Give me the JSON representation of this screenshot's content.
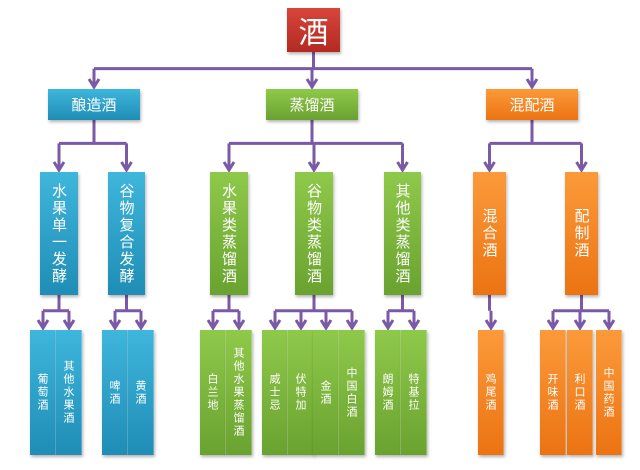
{
  "colors": {
    "root": "#c0352c",
    "blue": "#2ea3cc",
    "green": "#7cb53c",
    "orange": "#f38424",
    "connector": "#7a5aa6"
  },
  "root": {
    "label": "酒"
  },
  "categories": [
    {
      "label": "酿造酒",
      "color": "blue",
      "groups": [
        {
          "label": "水果单一发酵",
          "items": [
            "葡萄酒",
            "其他水果酒"
          ]
        },
        {
          "label": "谷物复合发酵",
          "items": [
            "啤酒",
            "黄酒"
          ]
        }
      ]
    },
    {
      "label": "蒸馏酒",
      "color": "green",
      "groups": [
        {
          "label": "水果类蒸馏酒",
          "items": [
            "白兰地",
            "其他水果蒸馏酒"
          ]
        },
        {
          "label": "谷物类蒸馏酒",
          "items": [
            "威士忌",
            "伏特加",
            "金酒",
            "中国白酒"
          ]
        },
        {
          "label": "其他类蒸馏酒",
          "items": [
            "朗姆酒",
            "特基拉"
          ]
        }
      ]
    },
    {
      "label": "混配酒",
      "color": "orange",
      "groups": [
        {
          "label": "混合酒",
          "items": [
            "鸡尾酒"
          ]
        },
        {
          "label": "配制酒",
          "items": [
            "开味酒",
            "利口酒",
            "中国药酒"
          ]
        }
      ]
    }
  ]
}
